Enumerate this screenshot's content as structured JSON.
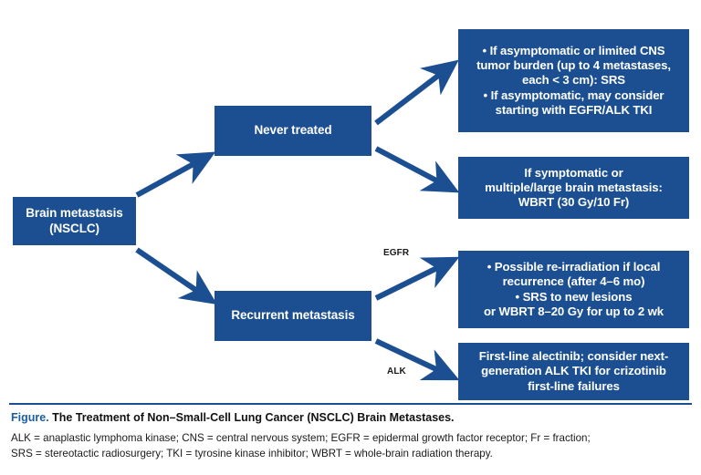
{
  "figure": {
    "caption_prefix": "Figure.",
    "caption_title": "The Treatment of Non–Small-Cell Lung Cancer (NSCLC) Brain Metastases.",
    "footnotes": [
      "ALK = anaplastic lymphoma kinase; CNS = central nervous system; EGFR = epidermal growth factor receptor; Fr = fraction;",
      "SRS = stereotactic radiosurgery; TKI = tyrosine kinase inhibitor; WBRT = whole-brain radiation therapy."
    ]
  },
  "colors": {
    "node_fill": "#1b4f91",
    "node_text": "#ffffff",
    "arrow": "#1b4f91",
    "caption_accent": "#1b5e9e",
    "body_text": "#1a1a1a",
    "background": "#ffffff"
  },
  "diagram": {
    "type": "flowchart",
    "nodes": [
      {
        "id": "root",
        "name": "brain-metastasis-node",
        "text": "Brain metastasis\n(NSCLC)",
        "column": 1
      },
      {
        "id": "never",
        "name": "never-treated-node",
        "text": "Never treated",
        "column": 2
      },
      {
        "id": "recurrent",
        "name": "recurrent-metastasis-node",
        "text": "Recurrent metastasis",
        "column": 2
      },
      {
        "id": "asymptomatic",
        "name": "asymptomatic-srs-node",
        "text": "• If asymptomatic or limited CNS\ntumor burden (up to 4 metastases,\neach < 3 cm): SRS\n• If asymptomatic, may consider\nstarting with EGFR/ALK TKI",
        "column": 3
      },
      {
        "id": "wbrt",
        "name": "symptomatic-wbrt-node",
        "text": "If symptomatic or\nmultiple/large brain metastasis:\nWBRT (30 Gy/10 Fr)",
        "column": 3
      },
      {
        "id": "reirradiation",
        "name": "re-irradiation-node",
        "text": "• Possible re-irradiation if local\nrecurrence (after 4–6 mo)\n• SRS to new lesions\nor WBRT 8–20 Gy for up to 2 wk",
        "column": 3
      },
      {
        "id": "alectinib",
        "name": "alectinib-node",
        "text": "First-line alectinib; consider next-\ngeneration ALK TKI for crizotinib\nfirst-line failures",
        "column": 3
      }
    ],
    "edges": [
      {
        "from": "root",
        "to": "never",
        "label": ""
      },
      {
        "from": "root",
        "to": "recurrent",
        "label": ""
      },
      {
        "from": "never",
        "to": "asymptomatic",
        "label": ""
      },
      {
        "from": "never",
        "to": "wbrt",
        "label": ""
      },
      {
        "from": "recurrent",
        "to": "reirradiation",
        "label": "EGFR"
      },
      {
        "from": "recurrent",
        "to": "alectinib",
        "label": "ALK"
      }
    ],
    "edge_labels": {
      "egfr": "EGFR",
      "alk": "ALK"
    }
  }
}
